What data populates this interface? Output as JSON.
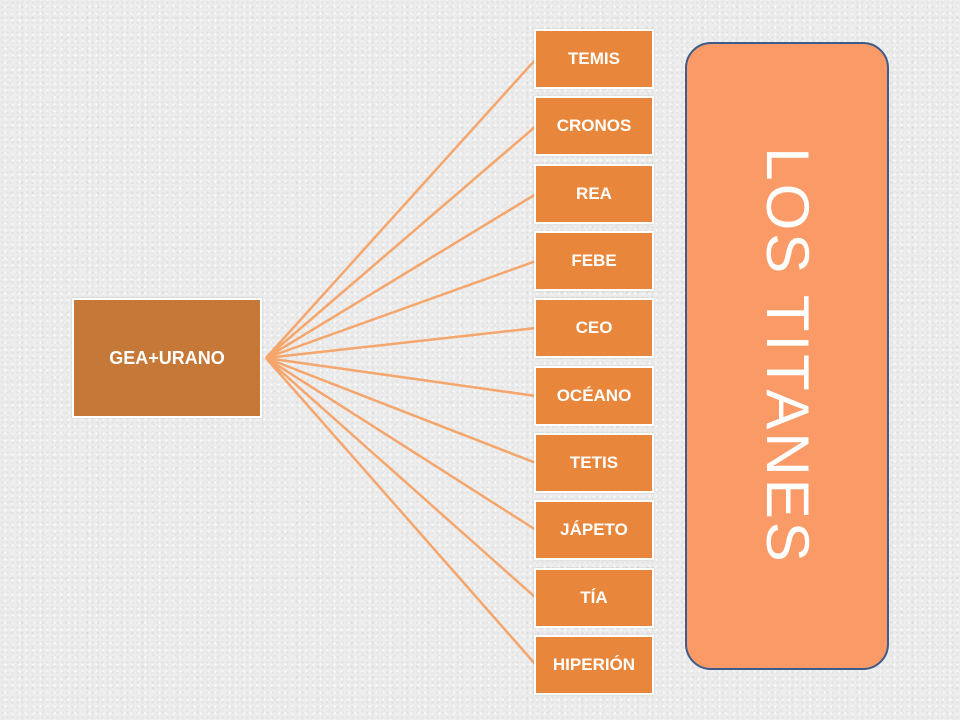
{
  "root": {
    "label": "GEA+URANO"
  },
  "children": [
    {
      "label": "TEMIS"
    },
    {
      "label": "CRONOS"
    },
    {
      "label": "REA"
    },
    {
      "label": "FEBE"
    },
    {
      "label": "CEO"
    },
    {
      "label": "OCÉANO"
    },
    {
      "label": "TETIS"
    },
    {
      "label": "JÁPETO"
    },
    {
      "label": "TÍA"
    },
    {
      "label": "HIPERIÓN"
    }
  ],
  "title": "LOS TITANES",
  "colors": {
    "root_fill": "#c57838",
    "child_fill": "#e8873b",
    "connector": "#f5a66c",
    "title_fill": "#fa9a66",
    "title_border": "#3e5c8a",
    "text": "#ffffff"
  }
}
